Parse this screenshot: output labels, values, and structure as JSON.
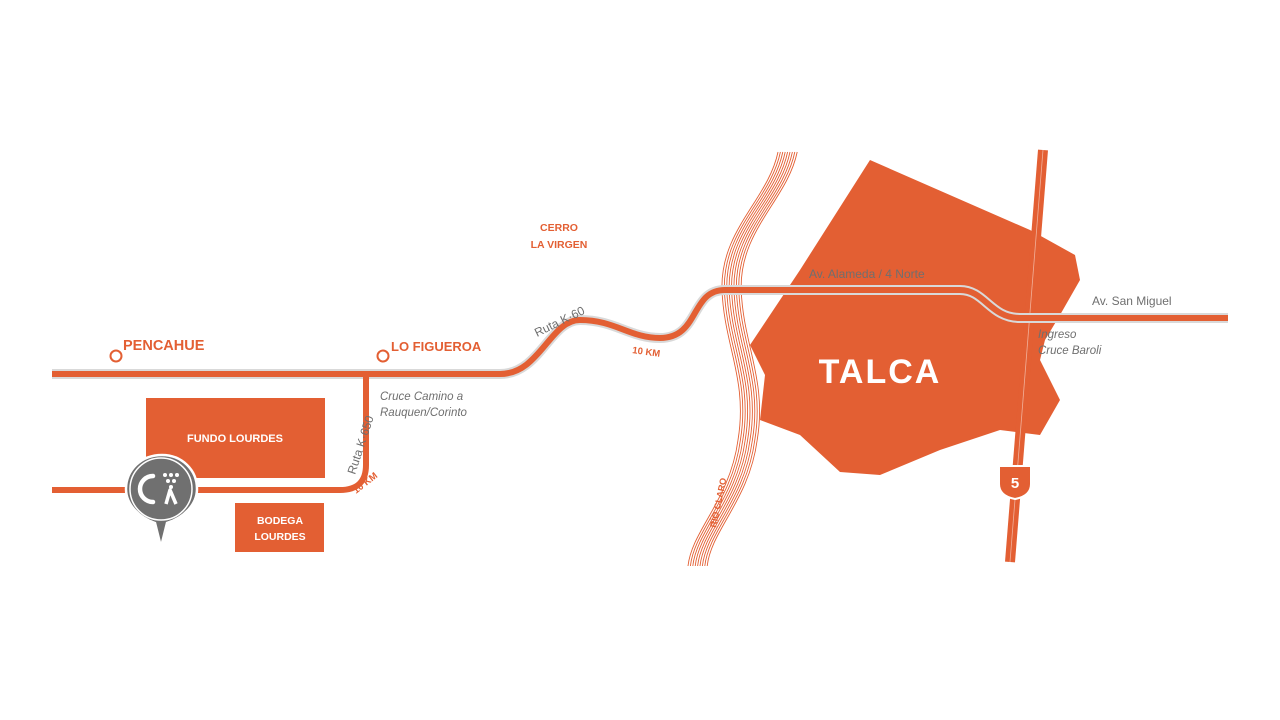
{
  "colors": {
    "accent": "#e35f33",
    "road_outline": "#d9d9d9",
    "text_grey": "#6f6f6f",
    "pin_grey": "#707070"
  },
  "places": {
    "pencahue": "PENCAHUE",
    "lo_figueroa": "LO FIGUEROA",
    "cerro_line1": "CERRO",
    "cerro_line2": "LA VIRGEN",
    "talca": "TALCA"
  },
  "properties": {
    "fundo": "FUNDO LOURDES",
    "bodega_line1": "BODEGA",
    "bodega_line2": "LOURDES"
  },
  "roads": {
    "ruta_k650": "Ruta K·650",
    "ruta_k60": "Ruta K·60",
    "alameda": "Av. Alameda / 4 Norte",
    "san_miguel": "Av. San Miguel",
    "route_5": "5"
  },
  "distances": {
    "k650": "10 KM",
    "k60": "10 KM"
  },
  "notes": {
    "cruce_line1": "Cruce Camino a",
    "cruce_line2": "Rauquen/Corinto",
    "ingreso_line1": "Ingreso",
    "ingreso_line2": "Cruce Baroli"
  },
  "river": {
    "name": "RÍO CLARO"
  },
  "marker": {
    "icon": "winery-logo-pin-icon"
  }
}
